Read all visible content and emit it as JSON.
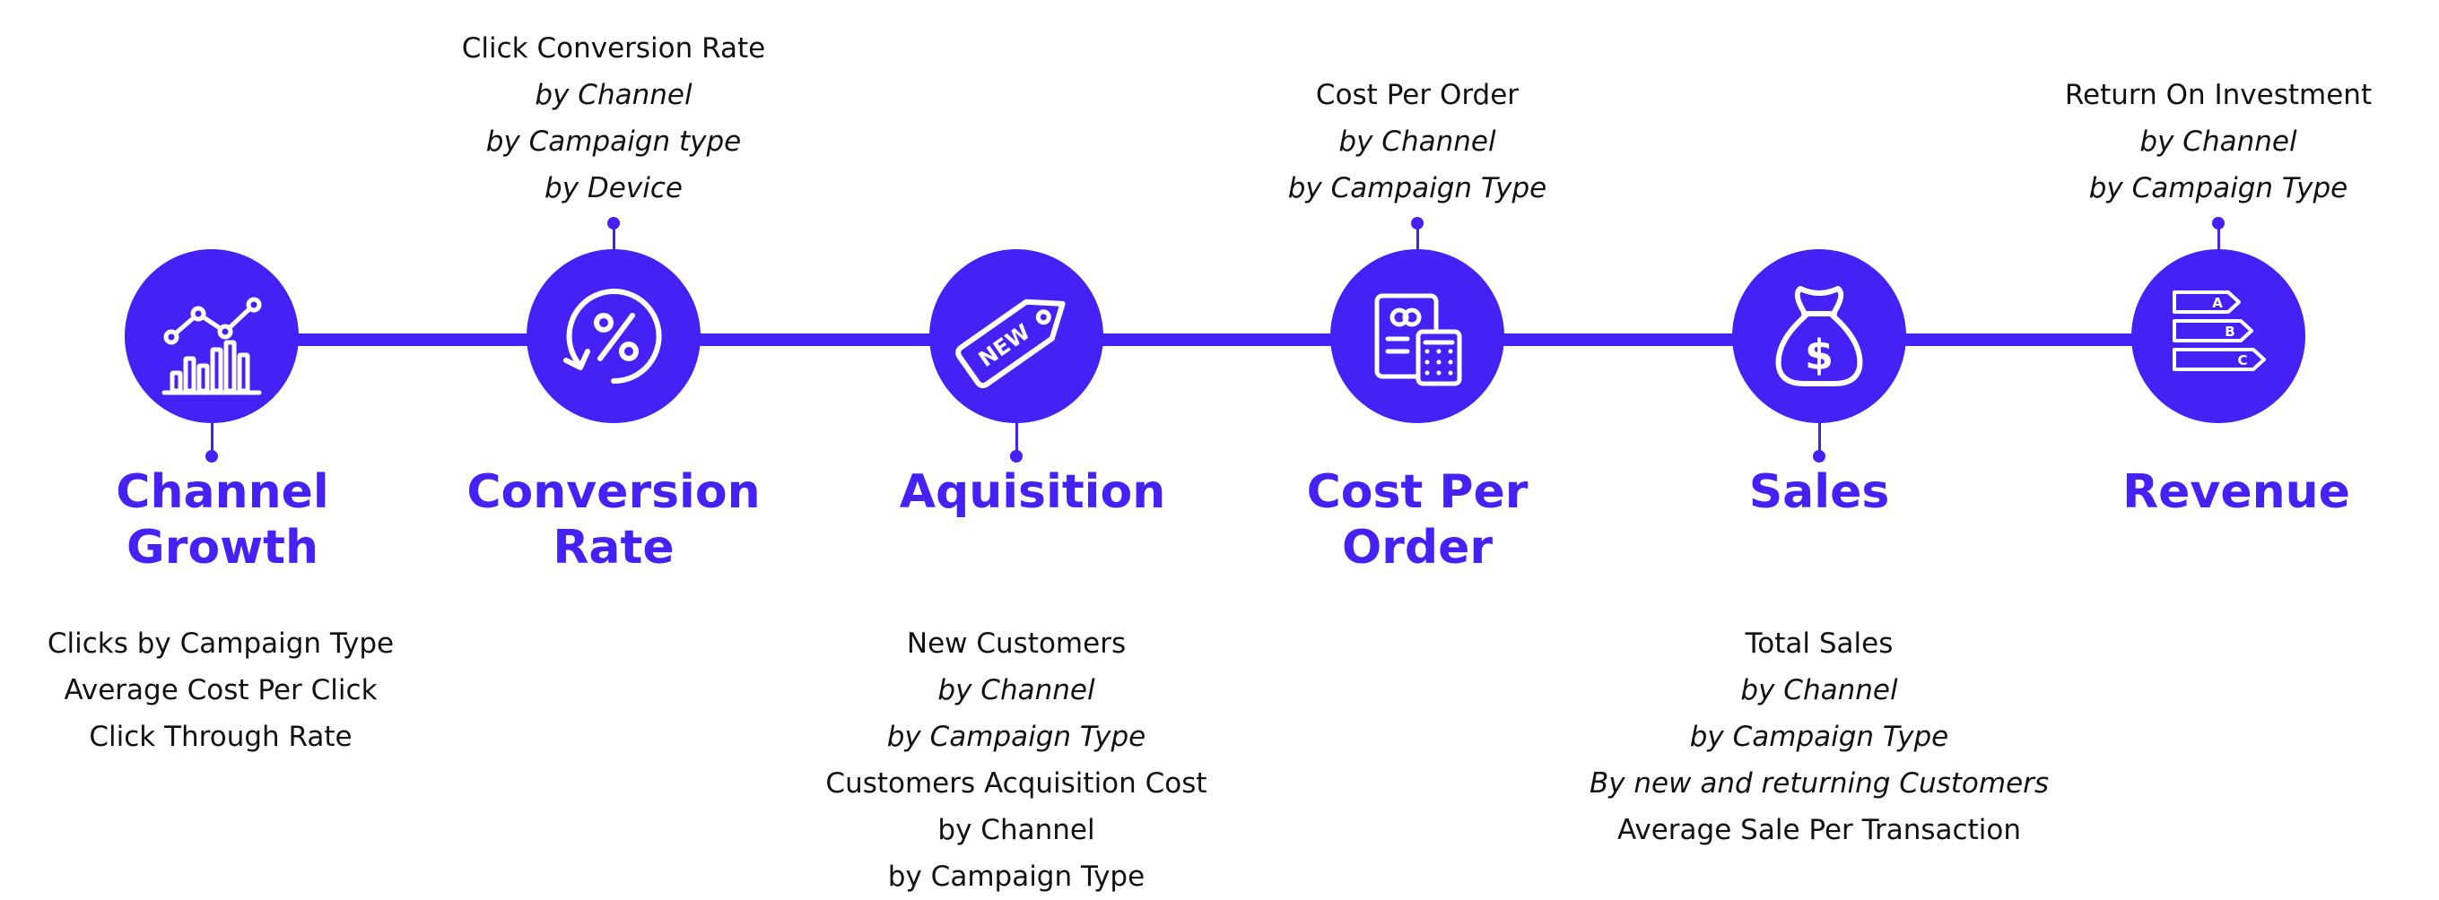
{
  "theme": {
    "accent": "#4422f5",
    "text": "#111111",
    "background": "#ffffff"
  },
  "steps": [
    {
      "title_lines": [
        "Channel",
        "Growth"
      ],
      "icon": "bar-chart-trend-icon",
      "metric_position": "below",
      "metrics": [
        {
          "text": "Clicks by Campaign Type",
          "style": "main"
        },
        {
          "text": "Average Cost Per Click",
          "style": "main"
        },
        {
          "text": "Click Through Rate",
          "style": "main"
        }
      ]
    },
    {
      "title_lines": [
        "Conversion",
        "Rate"
      ],
      "icon": "percent-cycle-icon",
      "metric_position": "above",
      "metrics": [
        {
          "text": "Click Conversion Rate",
          "style": "main"
        },
        {
          "text": "by Channel",
          "style": "sub"
        },
        {
          "text": "by Campaign type",
          "style": "sub"
        },
        {
          "text": "by Device",
          "style": "sub"
        }
      ]
    },
    {
      "title_lines": [
        "Aquisition"
      ],
      "icon": "new-tag-icon",
      "icon_text": "NEW",
      "metric_position": "below",
      "metrics": [
        {
          "text": "New Customers",
          "style": "main"
        },
        {
          "text": "by Channel",
          "style": "sub"
        },
        {
          "text": "by Campaign Type",
          "style": "sub"
        },
        {
          "text": "Customers Acquisition Cost",
          "style": "main"
        },
        {
          "text": "by Channel",
          "style": "main"
        },
        {
          "text": "by Campaign Type",
          "style": "main"
        }
      ]
    },
    {
      "title_lines": [
        "Cost Per",
        "Order"
      ],
      "icon": "invoice-calculator-icon",
      "metric_position": "above",
      "metrics": [
        {
          "text": "Cost Per Order",
          "style": "main"
        },
        {
          "text": "by Channel",
          "style": "sub"
        },
        {
          "text": "by Campaign Type",
          "style": "sub"
        }
      ]
    },
    {
      "title_lines": [
        "Sales"
      ],
      "icon": "money-bag-icon",
      "icon_text": "$",
      "metric_position": "below",
      "metrics": [
        {
          "text": "Total Sales",
          "style": "main"
        },
        {
          "text": "by Channel",
          "style": "sub"
        },
        {
          "text": "by Campaign Type",
          "style": "sub"
        },
        {
          "text": "By new and returning Customers",
          "style": "sub"
        },
        {
          "text": "Average Sale Per Transaction",
          "style": "main"
        }
      ]
    },
    {
      "title_lines": [
        "Revenue"
      ],
      "icon": "rating-arrows-icon",
      "icon_labels": [
        "A",
        "B",
        "C"
      ],
      "metric_position": "above",
      "metrics": [
        {
          "text": "Return On Investment",
          "style": "main"
        },
        {
          "text": "by Channel",
          "style": "sub"
        },
        {
          "text": "by Campaign Type",
          "style": "sub"
        }
      ]
    }
  ]
}
